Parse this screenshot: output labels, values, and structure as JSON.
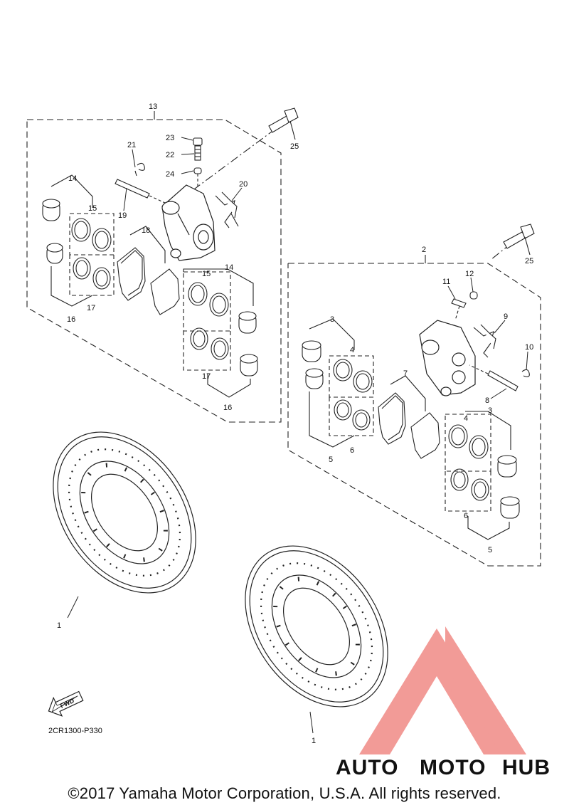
{
  "callouts": {
    "c1a": "1",
    "c1b": "1",
    "c2": "2",
    "c3a": "3",
    "c3b": "3",
    "c4a": "4",
    "c4b": "4",
    "c5a": "5",
    "c5b": "5",
    "c6a": "6",
    "c6b": "6",
    "c7": "7",
    "c8": "8",
    "c9": "9",
    "c10": "10",
    "c11": "11",
    "c12": "12",
    "c13": "13",
    "c14a": "14",
    "c14b": "14",
    "c15a": "15",
    "c15b": "15",
    "c16a": "16",
    "c16b": "16",
    "c17a": "17",
    "c17b": "17",
    "c18": "18",
    "c19": "19",
    "c20": "20",
    "c21": "21",
    "c22": "22",
    "c23": "23",
    "c24": "24",
    "c25a": "25",
    "c25b": "25"
  },
  "fwd_label": "FWD",
  "diagram_code": "2CR1300-P330",
  "watermark": {
    "part1": "AUTO",
    "part2": "MOTO",
    "part3": "HUB"
  },
  "copyright": "©2017 Yamaha Motor Corporation, U.S.A. All rights reserved.",
  "colors": {
    "watermark_red": "#f08a86",
    "watermark_orange": "#f7b25a",
    "watermark_gray": "#6a6a6a",
    "line": "#222222"
  }
}
